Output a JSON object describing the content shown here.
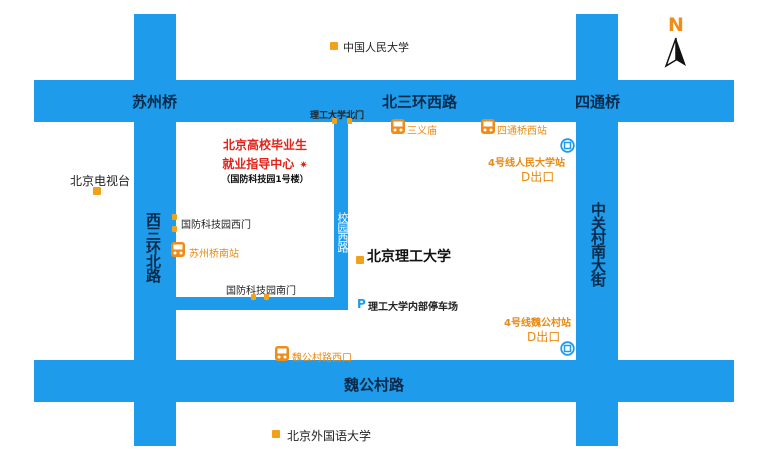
{
  "compass": {
    "label": "N"
  },
  "roads": {
    "north_west": "苏州桥",
    "north_center": "北三环西路",
    "north_east": "四通桥",
    "west": "西三环北路",
    "east": "中关村南大街",
    "south": "魏公村路",
    "inner_campus": "校园西路"
  },
  "places": {
    "renmin_univ": "中国人民大学",
    "cctv": "北京电视台",
    "bit": "北京理工大学",
    "bfsu": "北京外国语大学",
    "center_title_1": "北京高校毕业生",
    "center_title_2": "就业指导中心",
    "center_subtitle": "（国防科技园1号楼）",
    "bit_north_gate": "理工大学北门",
    "park_west_gate": "国防科技园西门",
    "park_south_gate": "国防科技园南门",
    "parking_symbol": "P",
    "parking": "理工大学内部停车场"
  },
  "bus_stops": {
    "sanyimiao": "三义庙",
    "sitong_west": "四通桥西站",
    "suzhou_south": "苏州桥南站",
    "weigongcun_west": "魏公村路西口"
  },
  "metro": {
    "renda_line": "4号线人民大学站",
    "renda_exit": "D出口",
    "wgc_line": "4号线魏公村站",
    "wgc_exit": "D出口"
  },
  "colors": {
    "road": "#1e9bea",
    "accent": "#e88a12",
    "highlight": "#e2231a",
    "marker": "#f0a21b"
  }
}
